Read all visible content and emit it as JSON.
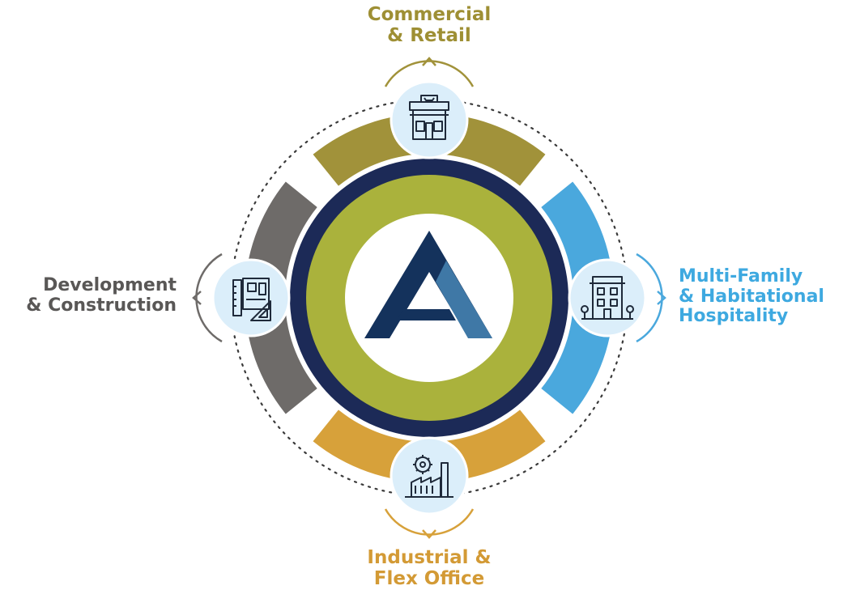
{
  "segments": [
    {
      "id": "commercial",
      "label_lines": [
        "Commercial",
        "& Retail"
      ],
      "color": "#a1923a",
      "text_color": "#9e8f34",
      "icon": "storefront-icon"
    },
    {
      "id": "multifamily",
      "label_lines": [
        "Multi-Family",
        "& Habitational",
        "Hospitality"
      ],
      "color": "#4aa8dd",
      "text_color": "#3ea9e0",
      "icon": "apartment-building-icon"
    },
    {
      "id": "industrial",
      "label_lines": [
        "Industrial &",
        "Flex Office"
      ],
      "color": "#d7a13a",
      "text_color": "#d39a35",
      "icon": "factory-gear-icon"
    },
    {
      "id": "development",
      "label_lines": [
        "Development",
        "& Construction"
      ],
      "color": "#6e6b69",
      "text_color": "#595756",
      "icon": "blueprint-ruler-icon"
    }
  ],
  "center": {
    "logo_icon": "triangle-a-logo-icon",
    "ring_navy": "#1c2a57",
    "ring_olive": "#aab23c",
    "logo_dark": "#14325c",
    "logo_light": "#3f78a6"
  },
  "icon_circle_color": "#dbeefa"
}
